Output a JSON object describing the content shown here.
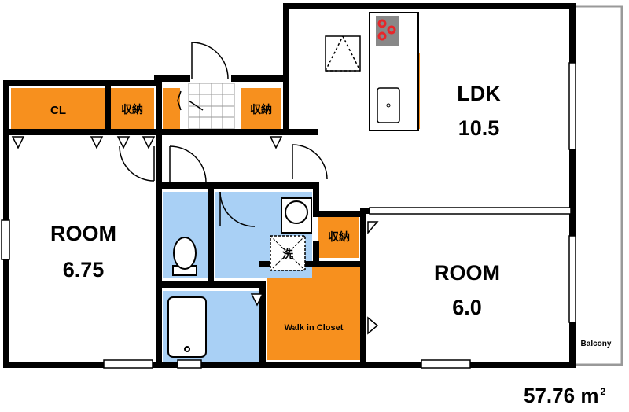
{
  "plan": {
    "rooms": {
      "ldk": {
        "name": "LDK",
        "size": "10.5"
      },
      "room_west": {
        "name": "ROOM",
        "size": "6.75"
      },
      "room_east": {
        "name": "ROOM",
        "size": "6.0"
      },
      "closet": {
        "name": "CL"
      },
      "storage_1": {
        "name": "収納"
      },
      "storage_2": {
        "name": "収納"
      },
      "storage_3": {
        "name": "収納"
      },
      "walk_in_closet": {
        "name": "Walk in Closet"
      },
      "balcony": {
        "name": "Balcony"
      },
      "washer": {
        "name": "洗"
      }
    },
    "total_area": {
      "value": "57.76",
      "unit": "m",
      "superscript": "2"
    },
    "colors": {
      "wall": "#000000",
      "storage": "#f7901e",
      "wet_area": "#a9d0f5",
      "kitchen_counter": "#888888",
      "stove_burner": "#e8262a",
      "balcony_border": "#999999"
    }
  }
}
